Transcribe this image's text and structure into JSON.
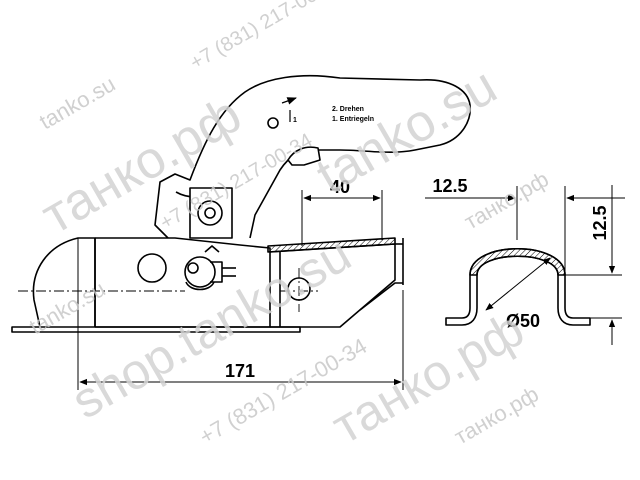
{
  "drawing": {
    "handle_text_line1": "2. Drehen",
    "handle_text_line2": "1. Entriegeln",
    "handle_arrow_number": "1",
    "dim_length": "171",
    "dim_offset": "40",
    "profile_dim_width": "12.5",
    "profile_dim_height": "12.5",
    "profile_dim_diameter": "Ø50"
  },
  "watermarks": {
    "site_ru": "tanko.su",
    "site_rf": "танко.рф",
    "shop": "shop.tanko.su",
    "phone": "+7 (831) 217-00-34"
  },
  "colors": {
    "line": "#000000",
    "watermark": "#cfcfcf"
  }
}
